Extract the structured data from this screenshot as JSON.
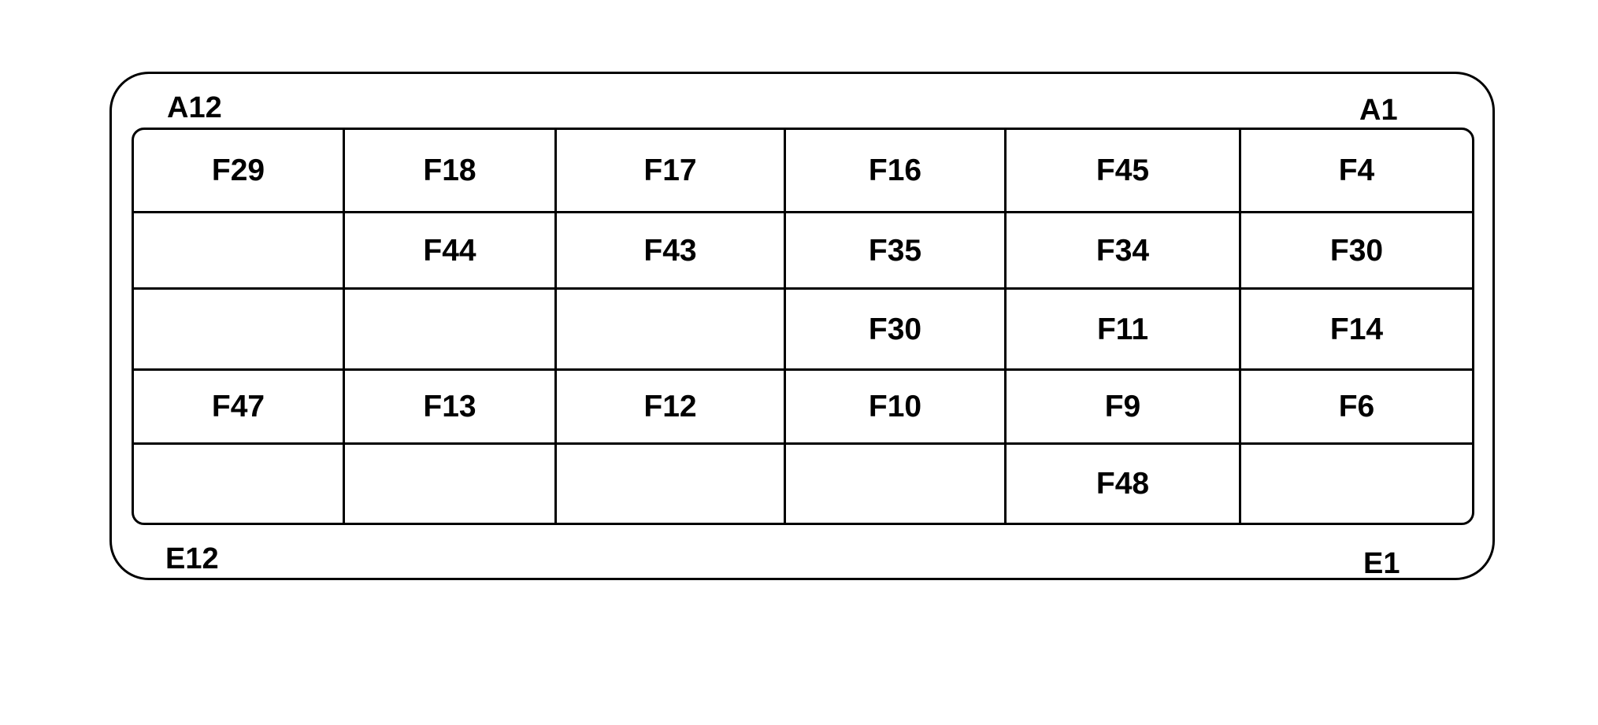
{
  "corners": {
    "top_left": "A12",
    "top_right": "A1",
    "bottom_left": "E12",
    "bottom_right": "E1"
  },
  "rows": [
    [
      "F29",
      "F18",
      "F17",
      "F16",
      "F45",
      "F4"
    ],
    [
      "",
      "F44",
      "F43",
      "F35",
      "F34",
      "F30"
    ],
    [
      "",
      "",
      "",
      "F30",
      "F11",
      "F14"
    ],
    [
      "F47",
      "F13",
      "F12",
      "F10",
      "F9",
      "F6"
    ],
    [
      "",
      "",
      "",
      "",
      "F48",
      ""
    ]
  ]
}
